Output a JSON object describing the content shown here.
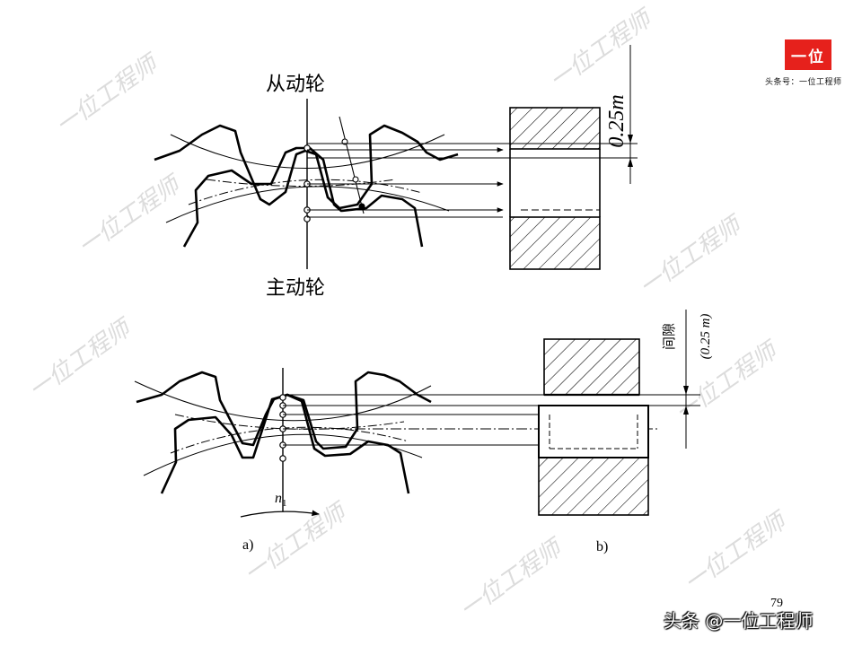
{
  "labels": {
    "driven_gear": "从动轮",
    "driving_gear": "主动轮",
    "dim_top": "0.25m",
    "clearance": "间隙",
    "dim_bottom": "(0.25 m)",
    "speed_symbol": "n",
    "speed_subscript": "1",
    "fig_a": "a)",
    "fig_b": "b)"
  },
  "watermark": {
    "text": "一位工程师",
    "color": "#d8d8d8"
  },
  "logo": {
    "badge_text": "一位",
    "caption": "头条号：一位工程师",
    "badge_color": "#e6211c"
  },
  "footer": {
    "page_number": "79",
    "credit": "头条 @一位工程师"
  },
  "colors": {
    "line": "#000000",
    "background": "#ffffff"
  }
}
